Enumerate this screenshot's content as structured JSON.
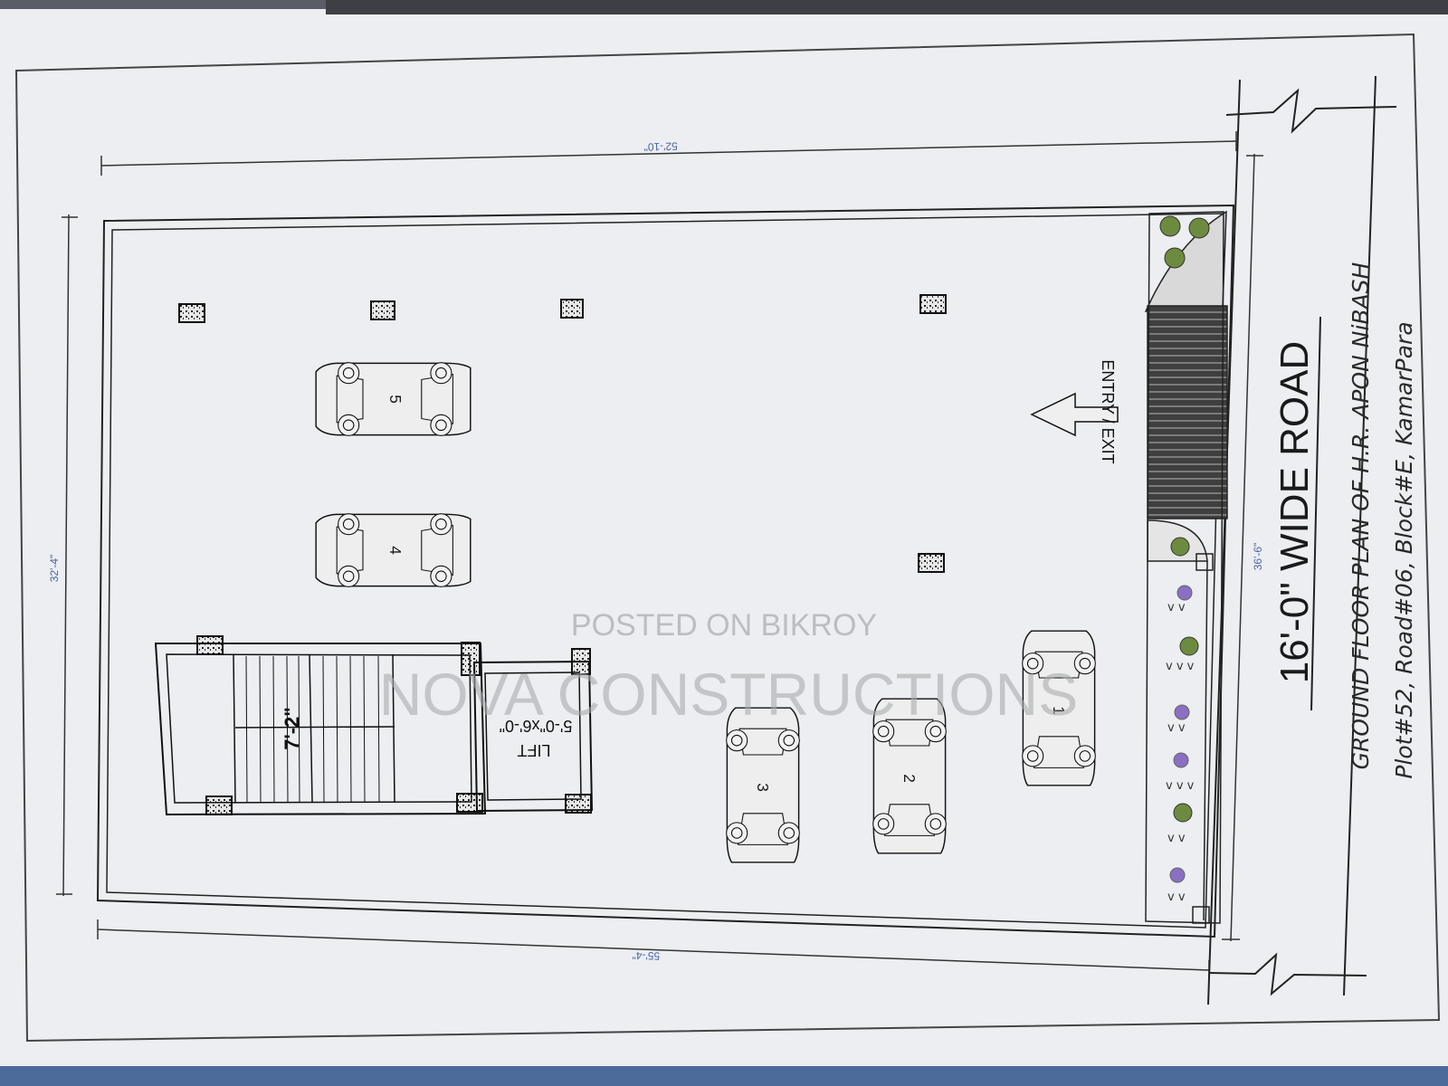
{
  "dimensions": {
    "top": "52'-10\"",
    "bottom": "55'-4\"",
    "left": "32'-4\"",
    "right": "36'-6\""
  },
  "road": {
    "label": "16'-0\" WIDE ROAD"
  },
  "entry": {
    "label": "ENTRY / EXIT"
  },
  "lift": {
    "label": "LIFT",
    "size": "5'-0\"x6'-0\""
  },
  "stair": {
    "label": "7'-2\""
  },
  "cars": [
    "1",
    "2",
    "3",
    "4",
    "5"
  ],
  "title": {
    "line1": "GROUND FLOOR PLAN OF H.R. APON NiBASH",
    "line2": "Plot#52, Road#06, Block#E, KamarPara"
  },
  "watermark": {
    "posted": "POSTED ON BIKROY",
    "company": "NOVA CONSTRUCTIONS"
  },
  "icons": [
    "tree-icon",
    "flower-icon",
    "column-icon",
    "arrow-icon",
    "car-icon"
  ]
}
